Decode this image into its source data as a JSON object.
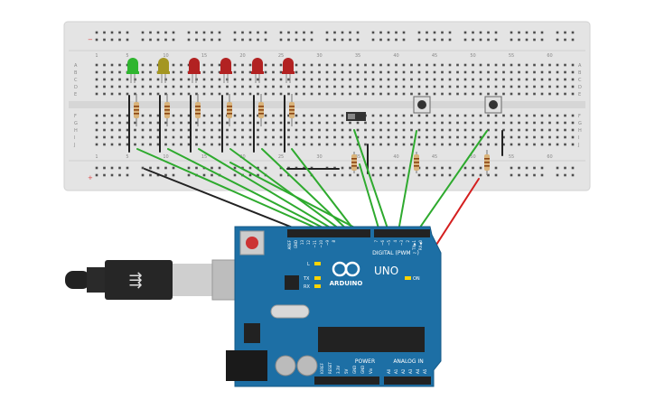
{
  "breadboard": {
    "column_numbers": [
      "1",
      "5",
      "10",
      "15",
      "20",
      "25",
      "30",
      "35",
      "40",
      "45",
      "50",
      "55",
      "60"
    ],
    "row_letters_top": [
      "A",
      "B",
      "C",
      "D",
      "E"
    ],
    "row_letters_bottom": [
      "F",
      "G",
      "H",
      "I",
      "J"
    ],
    "rail_minus": "−",
    "rail_plus": "+"
  },
  "leds": [
    {
      "name": "led-green",
      "color": "#2fb52f"
    },
    {
      "name": "led-yellow",
      "color": "#a49622"
    },
    {
      "name": "led-red-1",
      "color": "#b22222"
    },
    {
      "name": "led-red-2",
      "color": "#b22222"
    },
    {
      "name": "led-red-3",
      "color": "#b22222"
    },
    {
      "name": "led-red-4",
      "color": "#b22222"
    }
  ],
  "arduino": {
    "brand": "ARDUINO",
    "model": "UNO",
    "digital_label": "DIGITAL (PWM ~)",
    "power_label": "POWER",
    "analog_label": "ANALOG IN",
    "led_labels": [
      "L",
      "TX",
      "RX"
    ],
    "on_label": "ON",
    "digital_pins": [
      "AREF",
      "GND",
      "13",
      "12",
      "~11",
      "~10",
      "~9",
      "8",
      "7",
      "~6",
      "~5",
      "4",
      "~3",
      "2",
      "TX▶1",
      "RX◀0"
    ],
    "power_pins": [
      "IOREF",
      "RESET",
      "3.3V",
      "5V",
      "GND",
      "GND",
      "Vin"
    ],
    "analog_pins": [
      "A0",
      "A1",
      "A2",
      "A3",
      "A4",
      "A5"
    ]
  },
  "colors": {
    "board_bg": "#e6e6e6",
    "wire_green": "#2eaa2e",
    "wire_black": "#222222",
    "wire_red": "#d41f1f",
    "arduino_blue": "#1d6fa5"
  }
}
